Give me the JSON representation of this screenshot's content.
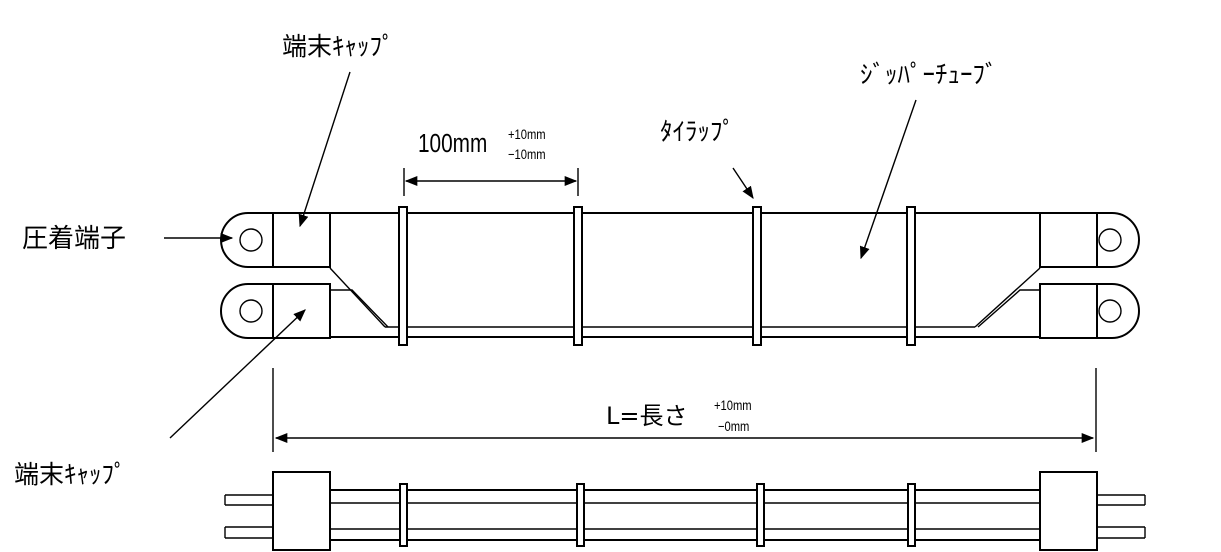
{
  "labels": {
    "terminal_cap_top": "端末ｷｬｯﾌﾟ",
    "terminal_cap_bottom": "端末ｷｬｯﾌﾟ",
    "crimp_terminal": "圧着端子",
    "zipper_tube": "ｼﾞｯﾊﾟｰﾁｭｰﾌﾞ",
    "tie_wrap": "ﾀｲﾗｯﾌﾟ"
  },
  "spacing_dim": {
    "value": "100mm",
    "tol_plus": "+10mm",
    "tol_minus": "−10mm"
  },
  "length_dim": {
    "value": "L=長さ",
    "tol_plus": "+10mm",
    "tol_minus": "−0mm"
  }
}
